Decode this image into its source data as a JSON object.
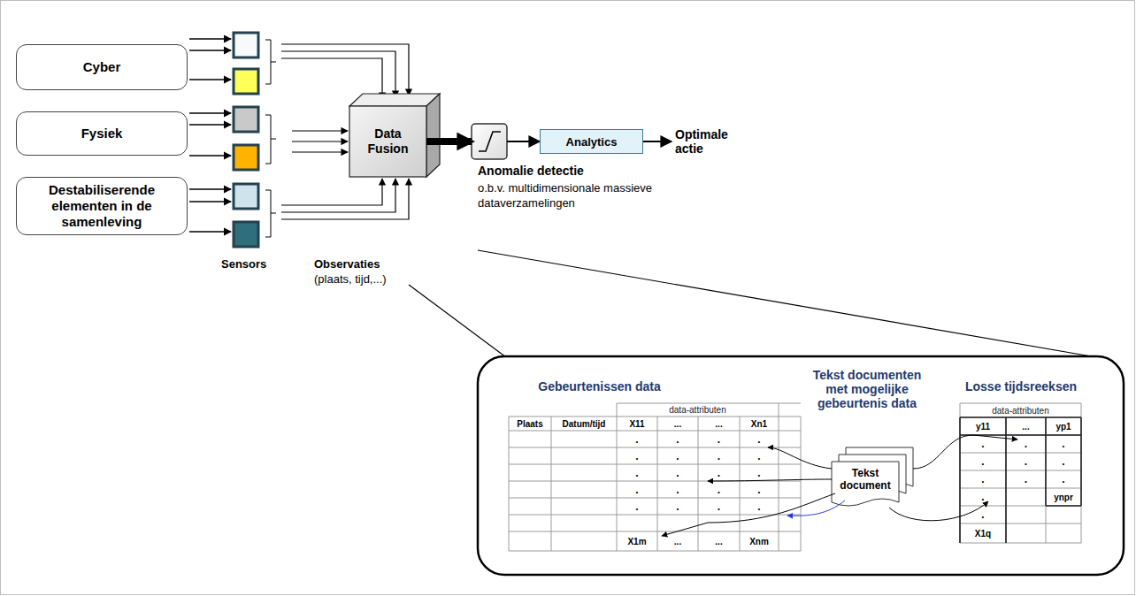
{
  "diagram": {
    "nodes": [
      {
        "text": [
          "Cyber"
        ]
      },
      {
        "text": [
          "Fysiek"
        ]
      },
      {
        "text": [
          "Destabiliserende elementen in de samenleving"
        ]
      },
      {
        "text": [
          "Data Fusion"
        ]
      },
      {
        "text": [
          "Anomalie detectie",
          "o.b.v. multidimensionale massieve dataverzamelingen"
        ]
      },
      {
        "text": [
          "Analytics"
        ]
      },
      {
        "text": [
          "Tekst document"
        ]
      }
    ],
    "edges": [
      {
        "from": 3,
        "to": 4,
        "arrow": "to"
      },
      {
        "from": 4,
        "to": 5,
        "arrow": "to"
      }
    ],
    "labels": [
      "Sensors",
      "Observaties",
      "(plaats, tijd,...)",
      "Optimale actie",
      "Gebeurtenissen data",
      "Tekst documenten met mogelijke gebeurtenis data",
      "Losse tijdsreeksen",
      "data-attributen",
      "Plaats",
      "Datum/tijd",
      "X11",
      "...",
      "...",
      "Xn1",
      ".",
      ".",
      ".",
      ".",
      ".",
      ".",
      ".",
      ".",
      ".",
      ".",
      ".",
      ".",
      ".",
      ".",
      ".",
      ".",
      ".",
      ".",
      ".",
      ".",
      "X1m",
      "...",
      "...",
      "Xnm",
      "data-attributen",
      "y11",
      "...",
      "yp1",
      ".",
      ".",
      ".",
      ".",
      ".",
      ".",
      ".",
      ".",
      ".",
      ".",
      "ynpr",
      ".",
      "X1q"
    ]
  }
}
